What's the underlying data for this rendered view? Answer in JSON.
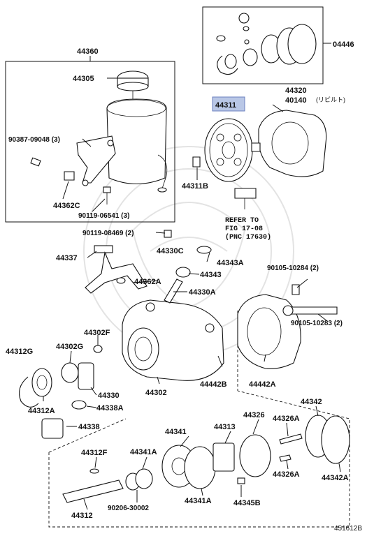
{
  "diagram_id": "451612B",
  "refer_note": {
    "line1": "REFER TO",
    "line2": "FIG 17-08",
    "line3": "(PNC 17630)"
  },
  "labels": {
    "p04446": "04446",
    "p44360": "44360",
    "p44305": "44305",
    "p90387": "90387-09048 (3)",
    "p44362C": "44362C",
    "p90119a": "90119-06541 (3)",
    "p44311": "44311",
    "p44311B": "44311B",
    "p44320": "44320",
    "p40140": "40140",
    "p40140_jp": "(リビルト)",
    "p90119b": "90119-08469 (2)",
    "p44330C": "44330C",
    "p44337": "44337",
    "p44343A": "44343A",
    "p44343": "44343",
    "p44362A": "44362A",
    "p44330A": "44330A",
    "p90105a": "90105-10284 (2)",
    "p90105b": "90105-10283 (2)",
    "p44302F": "44302F",
    "p44312G": "44312G",
    "p44302G": "44302G",
    "p44442B": "44442B",
    "p44442A": "44442A",
    "p44302": "44302",
    "p44330": "44330",
    "p44338A": "44338A",
    "p44312A": "44312A",
    "p44338": "44338",
    "p44341": "44341",
    "p44313": "44313",
    "p44326": "44326",
    "p44342": "44342",
    "p44326A_1": "44326A",
    "p44312F": "44312F",
    "p44341A_1": "44341A",
    "p44326A_2": "44326A",
    "p44342A": "44342A",
    "p44341A_2": "44341A",
    "p44345B": "44345B",
    "p90206": "90206-30002",
    "p44312": "44312"
  },
  "colors": {
    "line": "#111111",
    "highlight_fill": "#b9c7e6",
    "highlight_stroke": "#6a7fbf",
    "watermark": "#e3e3e3"
  }
}
